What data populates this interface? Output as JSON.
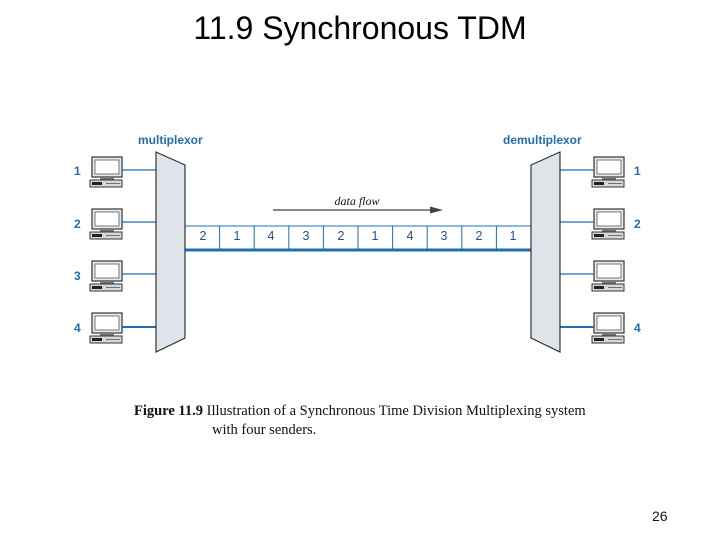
{
  "title": "11.9 Synchronous TDM",
  "diagram": {
    "multiplexor_label": "multiplexor",
    "demultiplexor_label": "demultiplexor",
    "data_flow_label": "data flow",
    "sender_labels": [
      "1",
      "2",
      "3",
      "4"
    ],
    "receiver_labels": [
      "1",
      "2",
      "",
      "4"
    ],
    "slots": [
      "2",
      "1",
      "4",
      "3",
      "2",
      "1",
      "4",
      "3",
      "2",
      "1"
    ],
    "line_color": "#1f6fb0",
    "device_fill": "#dfe4ea"
  },
  "caption": {
    "label": "Figure 11.9",
    "line1": " Illustration of a Synchronous Time Division Multiplexing system",
    "line2": "with four senders."
  },
  "page_number": "26"
}
